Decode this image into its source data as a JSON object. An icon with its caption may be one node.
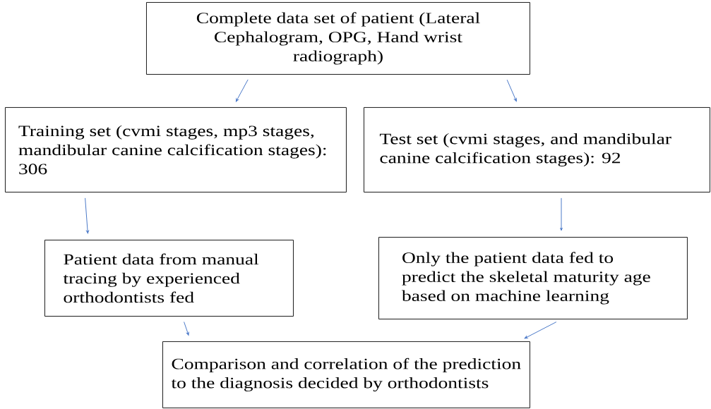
{
  "diagram": {
    "nodes": [
      {
        "text": [
          "Complete data set of patient (Lateral Cephalogram, OPG, Hand wrist radiograph)"
        ]
      },
      {
        "text": [
          "Training set (cvmi stages, mp3 stages, mandibular canine calcification stages): 306"
        ]
      },
      {
        "text": [
          "Test set (cvmi stages, and mandibular canine calcification stages): 92"
        ]
      },
      {
        "text": [
          "Patient data from manual tracing by experienced orthodontists fed"
        ]
      },
      {
        "text": [
          "Only the patient data fed to predict the skeletal maturity age based on machine learning"
        ]
      },
      {
        "text": [
          "Comparison and correlation of the prediction to the diagnosis decided by orthodontists"
        ]
      }
    ],
    "edges": [
      {
        "from": 0,
        "to": 1,
        "arrow": "to"
      },
      {
        "from": 0,
        "to": 2,
        "arrow": "to"
      },
      {
        "from": 1,
        "to": 3,
        "arrow": "to"
      },
      {
        "from": 2,
        "to": 4,
        "arrow": "to"
      },
      {
        "from": 3,
        "to": 5,
        "arrow": "to"
      },
      {
        "from": 4,
        "to": 5,
        "arrow": "to"
      }
    ]
  }
}
